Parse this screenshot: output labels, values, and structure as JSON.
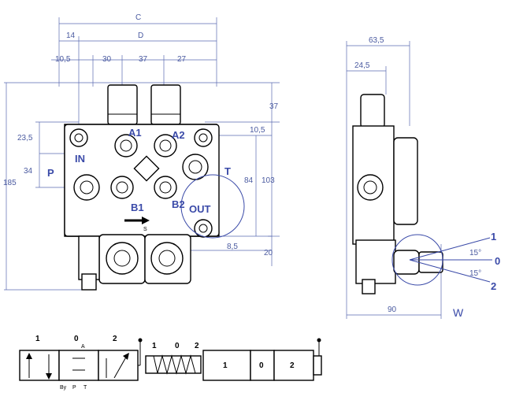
{
  "dimensions": {
    "C": "C",
    "D": "D",
    "d14": "14",
    "d10_5a": "10,5",
    "d30": "30",
    "d37a": "37",
    "d27": "27",
    "d37b": "37",
    "d10_5b": "10,5",
    "d23_5": "23,5",
    "d34": "34",
    "d185": "185",
    "d84": "84",
    "d103": "103",
    "d8_5": "8,5",
    "d20": "20",
    "d63_5": "63,5",
    "d24_5": "24,5",
    "d90": "90"
  },
  "ports": {
    "A1": "A1",
    "A2": "A2",
    "B1": "B1",
    "B2": "B2",
    "IN": "IN",
    "P": "P",
    "T": "T",
    "OUT": "OUT",
    "S": "S"
  },
  "side_view": {
    "pos1": "1",
    "pos0": "0",
    "pos2": "2",
    "angle_up": "15°",
    "angle_down": "15°",
    "view_label": "W"
  },
  "symbol": {
    "pos1": "1",
    "pos0": "0",
    "pos2": "2",
    "A": "A",
    "Bp": "By",
    "P": "P",
    "T": "T"
  },
  "spring_symbol": {
    "pos1": "1",
    "pos0": "0",
    "pos2": "2",
    "box1": "1",
    "box0": "0",
    "box2": "2"
  }
}
